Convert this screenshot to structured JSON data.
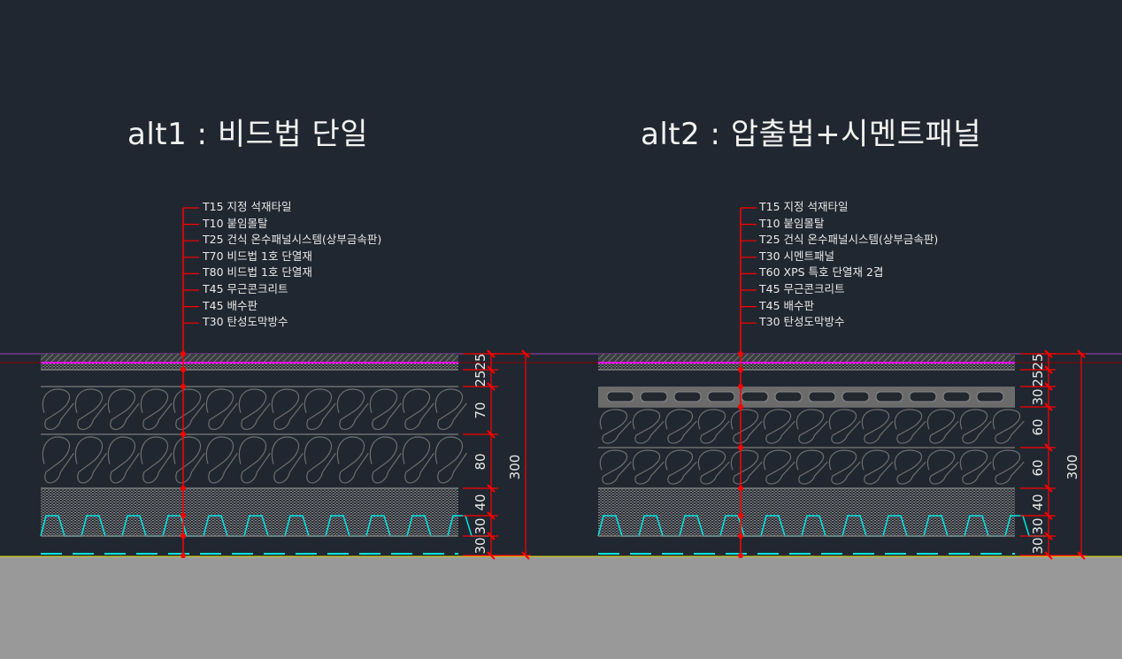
{
  "colors": {
    "background": "#212730",
    "ground": "#999999",
    "leader": "#ff0000",
    "membrane": "#ff00ff",
    "deck": "#00e5e5",
    "hatch": "#7a7a7a",
    "grade_line": "#e0e000"
  },
  "sections": [
    {
      "title": "alt1 : 비드법 단일",
      "labels": [
        "T15 지정 석재타일",
        "T10 붙임몰탈",
        "T25 건식 온수패널시스템(상부금속판)",
        "T70 비드법 1호 단열재",
        "T80 비드법 1호 단열재",
        "T45 무근콘크리트",
        "T45 배수판",
        "T30 탄성도막방수"
      ],
      "dimensions": [
        "25",
        "25",
        "70",
        "80",
        "40",
        "30",
        "30"
      ],
      "total": "300",
      "layers": [
        "tile",
        "mortar",
        "panel",
        "insulation",
        "insulation",
        "concrete",
        "deck",
        "waterproof"
      ]
    },
    {
      "title": "alt2 : 압출법+시멘트패널",
      "labels": [
        "T15 지정 석재타일",
        "T10 붙임몰탈",
        "T25 건식 온수패널시스템(상부금속판)",
        "T30 시멘트패널",
        "T60 XPS 특호 단열재 2겹",
        "T45 무근콘크리트",
        "T45 배수판",
        "T30 탄성도막방수"
      ],
      "dimensions": [
        "25",
        "25",
        "30",
        "60",
        "60",
        "40",
        "30",
        "30"
      ],
      "total": "300",
      "layers": [
        "tile",
        "mortar",
        "panel",
        "cement",
        "insulation",
        "insulation",
        "concrete",
        "deck",
        "waterproof"
      ]
    }
  ]
}
